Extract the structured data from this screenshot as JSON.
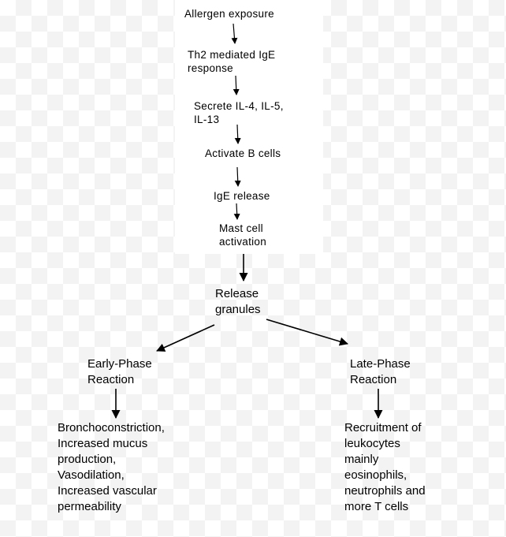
{
  "nodes": {
    "allergen": "Allergen exposure",
    "th2_line1": "Th2 mediated IgE",
    "th2_line2": "response",
    "secrete_line1": "Secrete IL-4, IL-5,",
    "secrete_line2": "IL-13",
    "activate_b": "Activate B cells",
    "ige_release": "IgE release",
    "mast_line1": "Mast cell",
    "mast_line2": "activation",
    "release_line1": "Release",
    "release_line2": "granules",
    "early_line1": "Early-Phase",
    "early_line2": "Reaction",
    "late_line1": "Late-Phase",
    "late_line2": "Reaction",
    "early_effects": [
      "Bronchoconstriction,",
      "Increased mucus",
      "production,",
      "Vasodilation,",
      "Increased vascular",
      "permeability"
    ],
    "late_effects": [
      "Recruitment of",
      "leukocytes",
      "mainly",
      "eosinophils,",
      "neutrophils and",
      "more T cells"
    ]
  },
  "colors": {
    "text": "#000000",
    "arrow": "#000000"
  }
}
